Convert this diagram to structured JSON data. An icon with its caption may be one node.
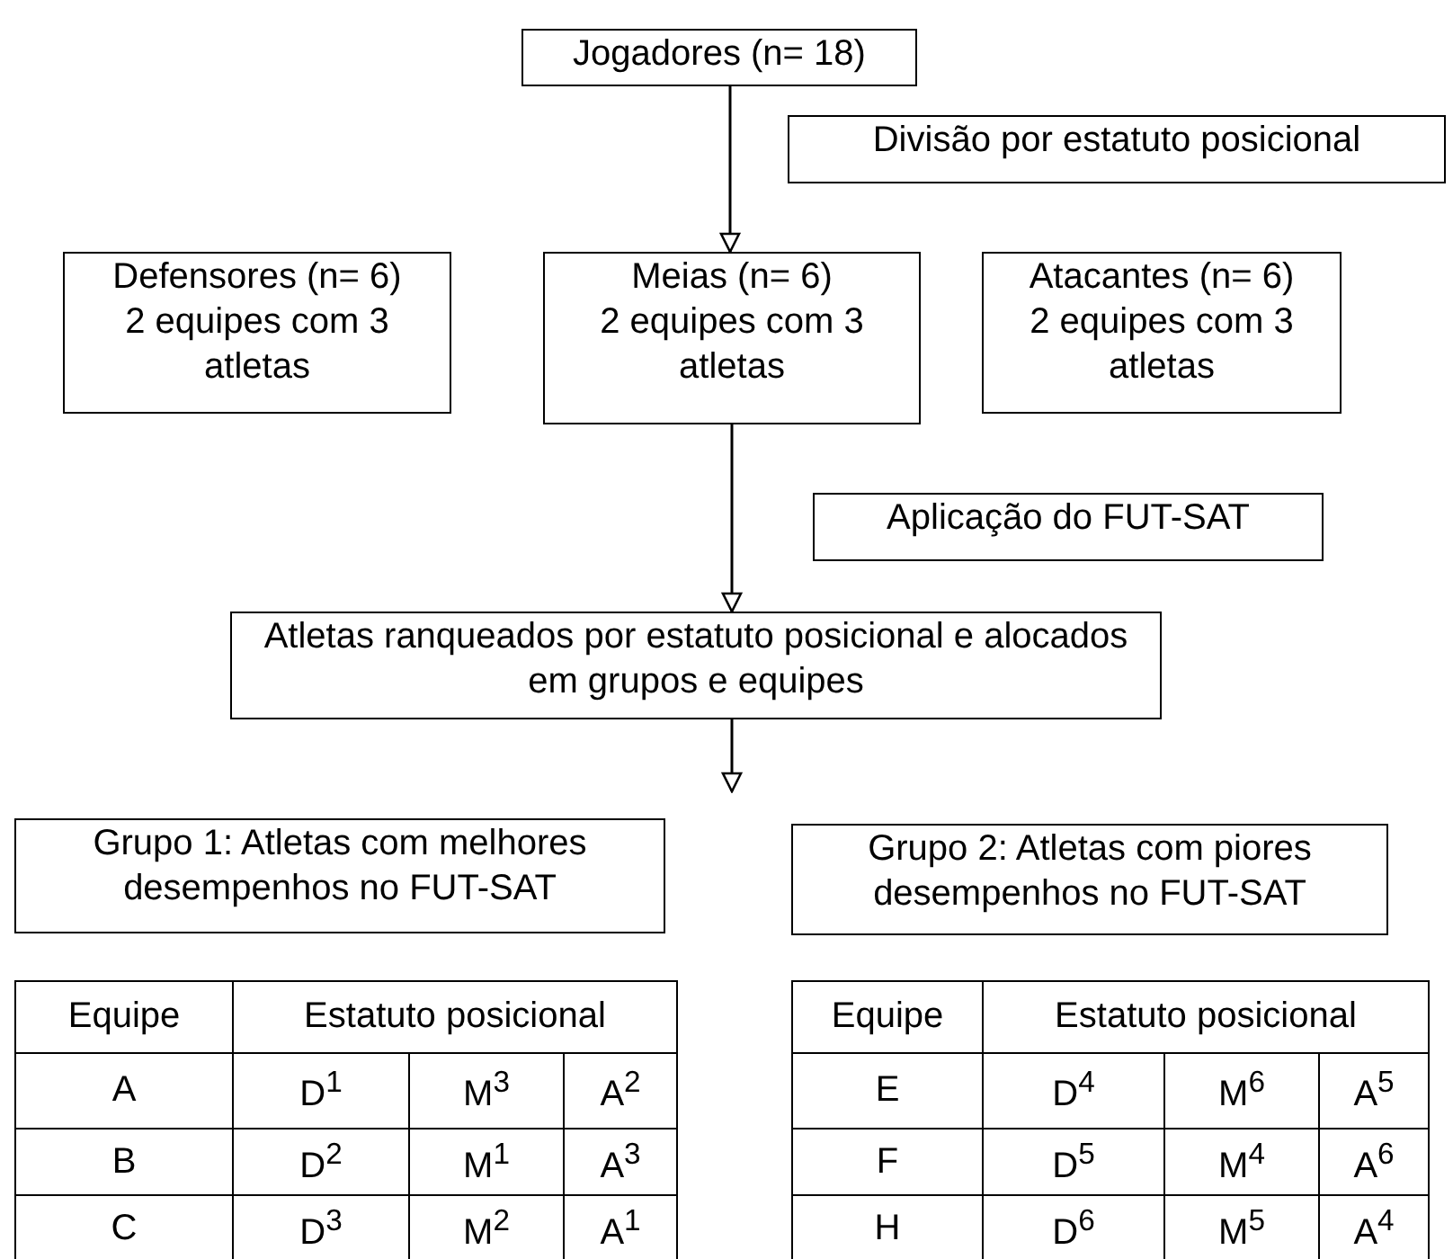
{
  "diagram": {
    "nodes": [
      {
        "text": [
          "Jogadores (n= 18)"
        ]
      },
      {
        "text": [
          "Divisão por estatuto posicional"
        ]
      },
      {
        "text": [
          "Defensores (n= 6)",
          "2 equipes com 3 atletas"
        ]
      },
      {
        "text": [
          "Meias (n= 6)",
          "2 equipes com 3 atletas"
        ]
      },
      {
        "text": [
          "Atacantes (n= 6)",
          "2 equipes com 3 atletas"
        ]
      },
      {
        "text": [
          "Aplicação do FUT-SAT"
        ]
      },
      {
        "text": [
          "Atletas ranqueados por estatuto posicional e alocados em grupos e equipes"
        ]
      },
      {
        "text": [
          "Grupo 1: Atletas com melhores desempenhos no FUT-SAT"
        ]
      },
      {
        "text": [
          "Grupo 2: Atletas com piores desempenhos no FUT-SAT"
        ]
      }
    ],
    "edges": [
      {
        "from": 0,
        "to": 3,
        "arrow": "to"
      },
      {
        "from": 3,
        "to": 6,
        "arrow": "to"
      },
      {
        "from": 6,
        "to": null,
        "arrow": "to"
      }
    ],
    "labels": [
      "Equipe",
      "Estatuto posicional",
      "A",
      "D$^{1}$",
      "M$^{3}$",
      "A$^{2}$",
      "B",
      "D$^{2}$",
      "M$^{1}$",
      "A$^{3}$",
      "C",
      "D$^{3}$",
      "M$^{2}$",
      "A$^{1}$",
      "Equipe",
      "Estatuto posicional",
      "E",
      "D$^{4}$",
      "M$^{6}$",
      "A$^{5}$",
      "F",
      "D$^{5}$",
      "M$^{4}$",
      "A$^{6}$",
      "H",
      "D$^{6}$",
      "M$^{5}$",
      "A$^{4}$"
    ]
  }
}
